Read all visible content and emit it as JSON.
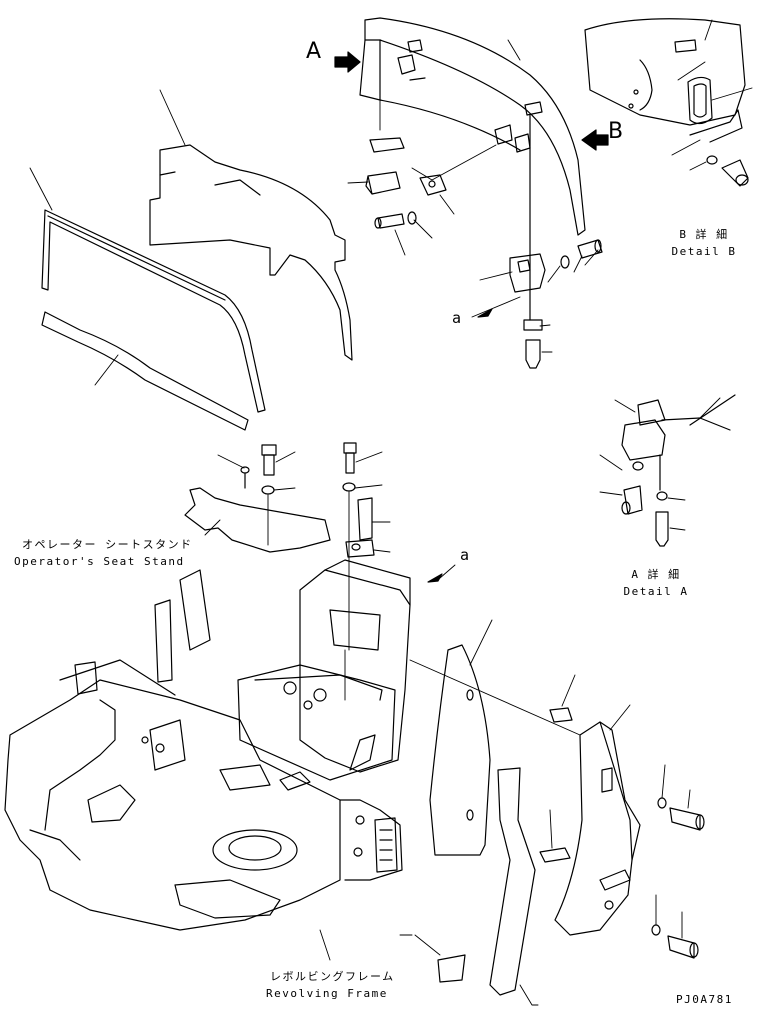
{
  "labels": {
    "detail_a_marker": "A",
    "detail_b_marker": "B",
    "small_a_top": "a",
    "small_a_mid": "a",
    "detail_b_jp": "B 詳 細",
    "detail_b_en": "Detail B",
    "detail_a_jp": "A 詳 細",
    "detail_a_en": "Detail A",
    "seat_stand_jp": "オペレーター シートスタンド",
    "seat_stand_en": "Operator's Seat Stand",
    "frame_jp": "レボルビングフレーム",
    "frame_en": "Revolving Frame",
    "drawing_number": "PJ0A781"
  }
}
